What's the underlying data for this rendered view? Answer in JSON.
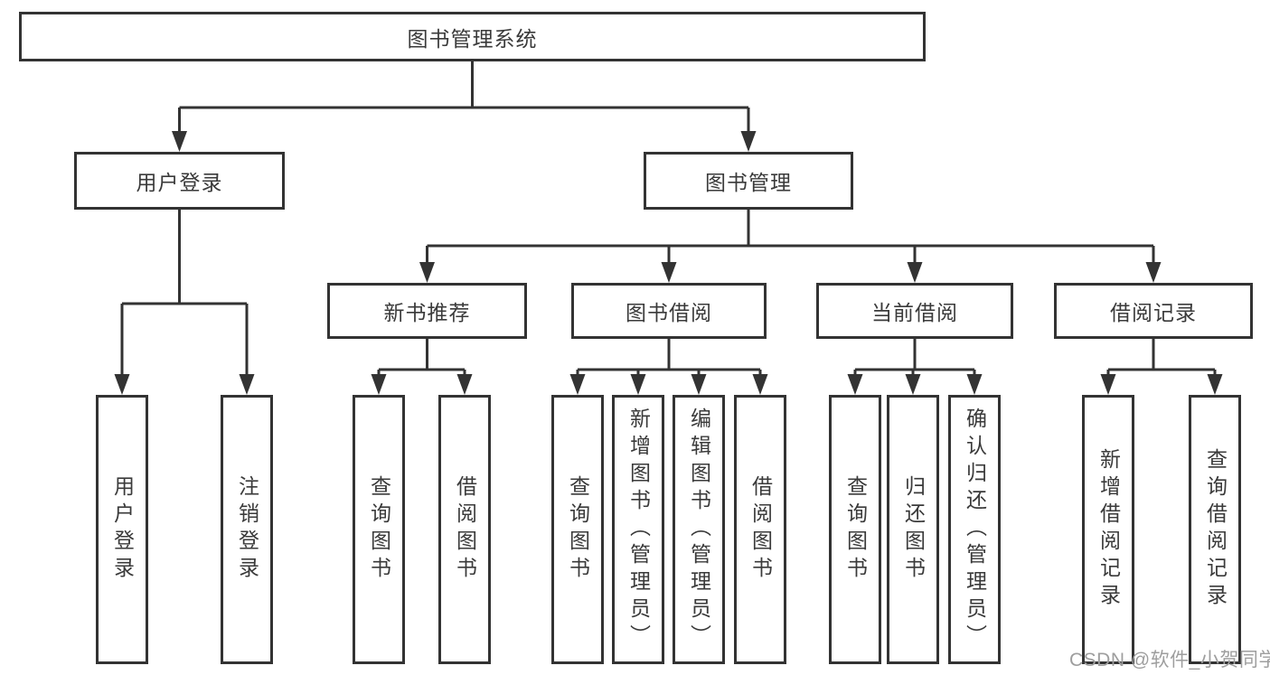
{
  "diagram": {
    "title": "图书管理系统",
    "type": "hierarchy-diagram",
    "colors": {
      "background": "#ffffff",
      "box_border": "#333333",
      "line": "#333333",
      "text": "#3a3a3a",
      "watermark": "#9e9e9e"
    },
    "watermark": "CSDN @软件_小贺同学"
  },
  "tree": {
    "root": {
      "label": "图书管理系统"
    },
    "branches": [
      {
        "label": "用户登录",
        "children": [
          {
            "label": "用户登录"
          },
          {
            "label": "注销登录"
          }
        ]
      },
      {
        "label": "图书管理",
        "children": [
          {
            "label": "新书推荐",
            "children": [
              {
                "label": "查询图书"
              },
              {
                "label": "借阅图书"
              }
            ]
          },
          {
            "label": "图书借阅",
            "children": [
              {
                "label": "查询图书"
              },
              {
                "label": "新增图书（管理员）"
              },
              {
                "label": "编辑图书（管理员）"
              },
              {
                "label": "借阅图书"
              }
            ]
          },
          {
            "label": "当前借阅",
            "children": [
              {
                "label": "查询图书"
              },
              {
                "label": "归还图书"
              },
              {
                "label": "确认归还（管理员）"
              }
            ]
          },
          {
            "label": "借阅记录",
            "children": [
              {
                "label": "新增借阅记录"
              },
              {
                "label": "查询借阅记录"
              }
            ]
          }
        ]
      }
    ]
  }
}
